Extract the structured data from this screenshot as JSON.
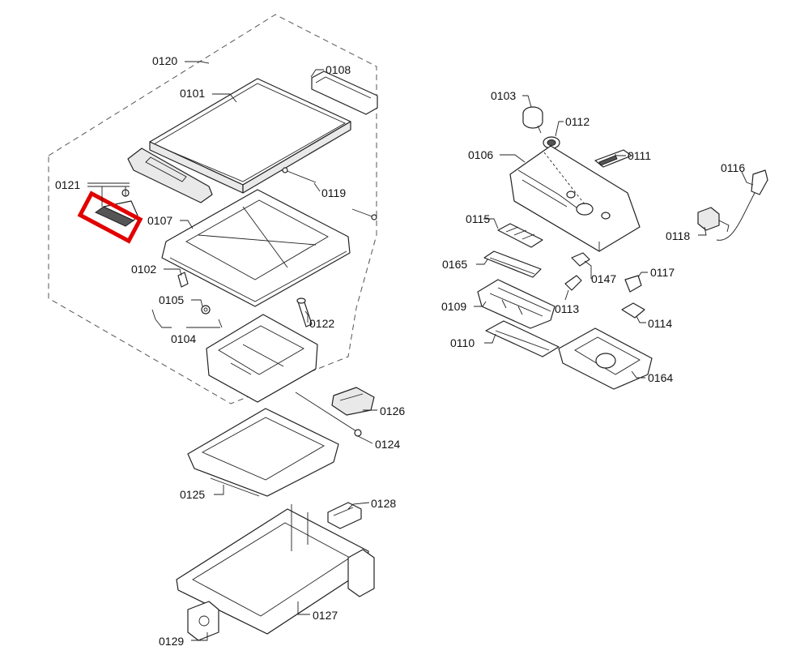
{
  "diagram": {
    "highlight_color": "#e10000",
    "callouts": {
      "c0120": "0120",
      "c0101": "0101",
      "c0108": "0108",
      "c0121": "0121",
      "c0107": "0107",
      "c0119": "0119",
      "c0102": "0102",
      "c0105": "0105",
      "c0104": "0104",
      "c0122": "0122",
      "c0126": "0126",
      "c0124": "0124",
      "c0125": "0125",
      "c0128": "0128",
      "c0127": "0127",
      "c0129": "0129",
      "c0103": "0103",
      "c0112": "0112",
      "c0106": "0106",
      "c0111": "0111",
      "c0116": "0116",
      "c0115": "0115",
      "c0118": "0118",
      "c0165": "0165",
      "c0147": "0147",
      "c0117": "0117",
      "c0109": "0109",
      "c0113": "0113",
      "c0114": "0114",
      "c0110": "0110",
      "c0164": "0164"
    },
    "highlighted_part": "0121"
  }
}
